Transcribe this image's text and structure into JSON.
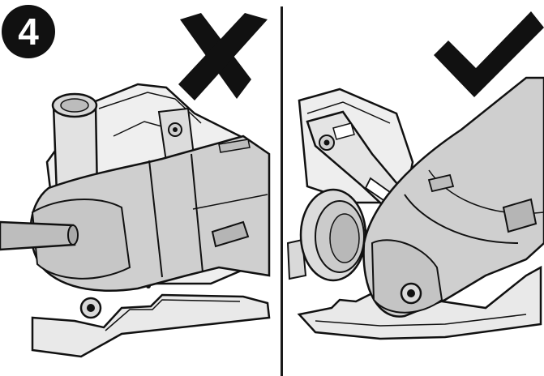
{
  "step": {
    "number": "4"
  },
  "panels": {
    "left": {
      "verdict": "incorrect",
      "mark_icon": "cross-icon"
    },
    "right": {
      "verdict": "correct",
      "mark_icon": "checkmark-icon"
    }
  },
  "colors": {
    "outline": "#111111",
    "tool_body": "#d2d2d2",
    "tool_shadow": "#b9b9b9",
    "metal": "#e6e6e6",
    "background": "#ffffff"
  }
}
